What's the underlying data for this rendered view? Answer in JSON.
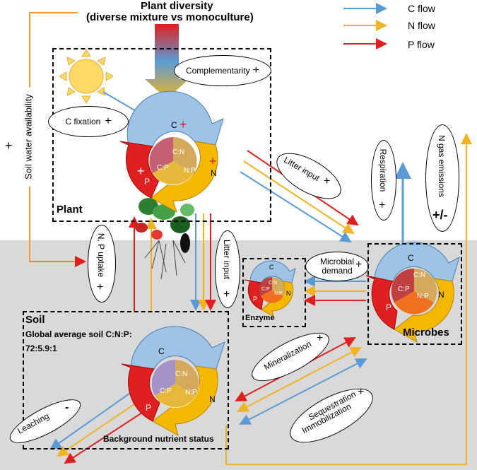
{
  "title": {
    "line1": "Plant diversity",
    "line2": "(diverse mixture vs monoculture)"
  },
  "legend": {
    "c": {
      "label": "C flow",
      "color": "#5b9bd5"
    },
    "n": {
      "label": "N flow",
      "color": "#f0b323"
    },
    "p": {
      "label": "P flow",
      "color": "#e02020"
    }
  },
  "colors": {
    "soil_bg": "#d9d9d9",
    "c_arrow": "#9dc3e6",
    "n_arrow": "#f5b800",
    "p_arrow": "#e02020",
    "sun": "#ffd966"
  },
  "plant": {
    "label": "Plant",
    "complementarity": "Complementarity",
    "complementarity_sign": "+",
    "c_fixation": "C fixation",
    "c_fixation_sign": "+",
    "wheel": {
      "c": "C",
      "n": "N",
      "p": "P",
      "cn": "C:N",
      "np": "N:P",
      "cp": "C:P",
      "c_sign": "+",
      "n_sign": "+",
      "p_sign": "+"
    }
  },
  "soil_water": {
    "label": "Soil water availability",
    "sign": "+"
  },
  "np_uptake": {
    "label": "N, P uptake",
    "sign": "+"
  },
  "litter_input_top": {
    "label": "Litter input",
    "sign": "+"
  },
  "litter_input_mid": {
    "label": "Litter input",
    "sign": "+"
  },
  "respiration": {
    "label": "Respiration",
    "sign": "+"
  },
  "n_gas": {
    "label": "N gas emissions",
    "sign": "+/-"
  },
  "microbial_demand": {
    "line1": "Microbial",
    "line2": "demand",
    "sign": "+"
  },
  "enzyme": {
    "label": "Enzyme",
    "c": "C",
    "n": "N",
    "p": "P",
    "cn": "C:N",
    "np": "N:P",
    "cp": "C:P"
  },
  "microbes": {
    "label": "Microbes",
    "c": "C",
    "n": "N",
    "p": "P",
    "cn": "C:N",
    "np": "N:P",
    "cp": "C:P"
  },
  "soil": {
    "label": "Soil",
    "subtitle1": "Global average soil C:N:P:",
    "subtitle2": "72:5.9:1",
    "background": "Background nutrient status",
    "c": "C",
    "n": "N",
    "p": "P",
    "cn": "C:N",
    "np": "N:P",
    "cp": "C:P"
  },
  "mineralization": {
    "label": "Mineralization",
    "sign": "+"
  },
  "sequestration": {
    "line1": "Sequestration",
    "line2": "Immobilization",
    "sign": "+"
  },
  "leaching": {
    "label": "Leaching",
    "sign": "-"
  }
}
